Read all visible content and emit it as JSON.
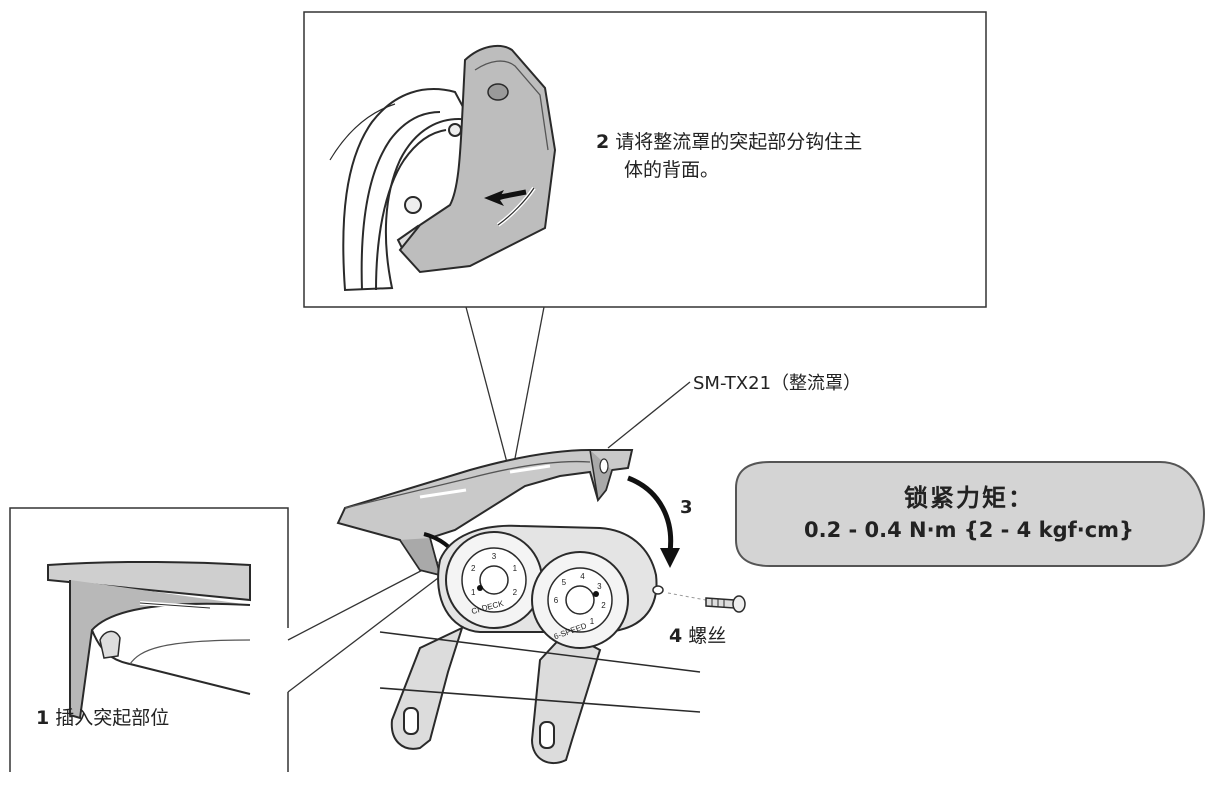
{
  "callout_top": {
    "step_number": "2",
    "line1": "请将整流罩的突起部分钩住主",
    "line2": "体的背面。"
  },
  "part_label": "SM-TX21（整流罩）",
  "step3": {
    "number": "3"
  },
  "step4": {
    "number": "4",
    "text": "螺丝"
  },
  "callout_left": {
    "step_number": "1",
    "text": "插入突起部位"
  },
  "torque_box": {
    "title": "锁紧力矩：",
    "value": "0.2 - 0.4 N·m {2 - 4 kgf·cm}",
    "fill_color": "#d4d4d4",
    "stroke_color": "#555555"
  },
  "dial_left": {
    "label": "CI-DECK",
    "ticks": [
      "1",
      "2",
      "3",
      "1",
      "2"
    ]
  },
  "dial_right": {
    "label": "6-SPEED",
    "ticks": [
      "1",
      "2",
      "3",
      "4",
      "5",
      "6"
    ]
  },
  "colors": {
    "part_fill": "#cfcfcf",
    "part_dark": "#a9a9a9",
    "outline": "#2a2a2a"
  }
}
